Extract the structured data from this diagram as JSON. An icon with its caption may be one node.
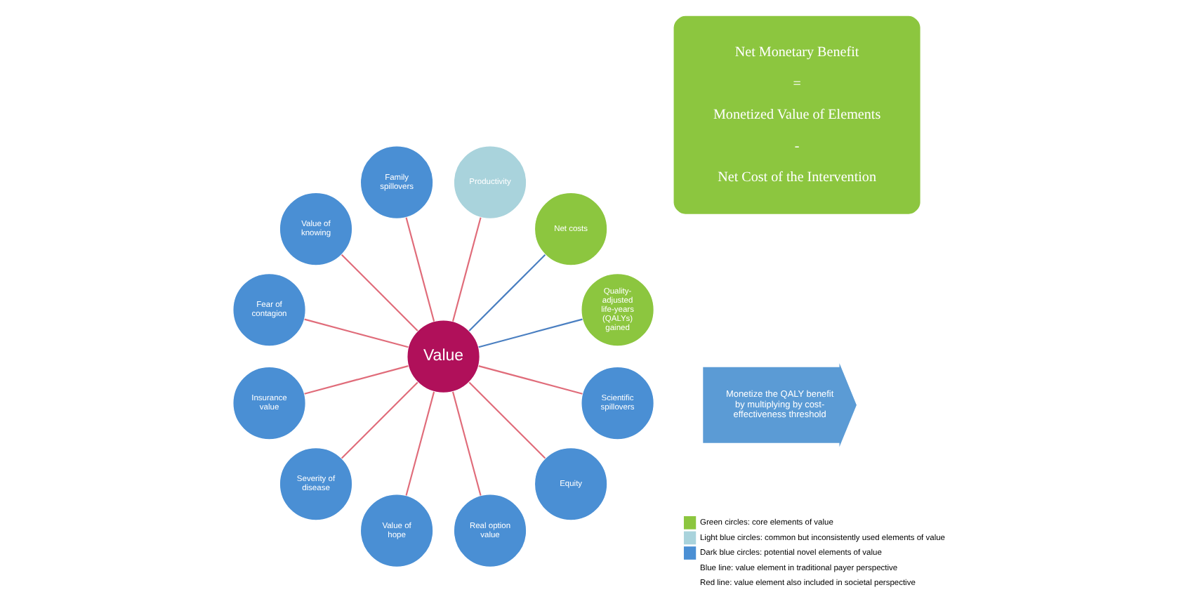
{
  "diagram": {
    "nodes": [
      {
        "text": [
          "Value"
        ]
      },
      {
        "text": [
          "Quality-adjusted life-years (QALYs) gained"
        ]
      },
      {
        "text": [
          "Net costs"
        ]
      },
      {
        "text": [
          "Productivity"
        ]
      },
      {
        "text": [
          "Family spillovers"
        ]
      },
      {
        "text": [
          "Value of knowing"
        ]
      },
      {
        "text": [
          "Fear of contagion"
        ]
      },
      {
        "text": [
          "Insurance value"
        ]
      },
      {
        "text": [
          "Severity of disease"
        ]
      },
      {
        "text": [
          "Value of hope"
        ]
      },
      {
        "text": [
          "Real option value"
        ]
      },
      {
        "text": [
          "Equity"
        ]
      },
      {
        "text": [
          "Scientific spillovers"
        ]
      },
      {
        "text": [
          "Monetize the QALY benefit by multiplying by cost-effectiveness threshold"
        ]
      },
      {
        "text": [
          "Net Monetary Benefit",
          "=",
          "Monetized Value of Elements",
          "-",
          "Net Cost of the Intervention"
        ]
      }
    ],
    "edges": [
      {
        "from": 0,
        "to": 1,
        "arrow": "none",
        "color": "#4a7fc1"
      },
      {
        "from": 0,
        "to": 2,
        "arrow": "none",
        "color": "#4a7fc1"
      },
      {
        "from": 0,
        "to": 3,
        "arrow": "none"
      },
      {
        "from": 0,
        "to": 4,
        "arrow": "none"
      },
      {
        "from": 0,
        "to": 5,
        "arrow": "none"
      },
      {
        "from": 0,
        "to": 6,
        "arrow": "none"
      },
      {
        "from": 0,
        "to": 7,
        "arrow": "none"
      },
      {
        "from": 0,
        "to": 8,
        "arrow": "none"
      },
      {
        "from": 0,
        "to": 9,
        "arrow": "none"
      },
      {
        "from": 0,
        "to": 10,
        "arrow": "none"
      },
      {
        "from": 0,
        "to": 11,
        "arrow": "none"
      },
      {
        "from": 0,
        "to": 12,
        "arrow": "none"
      }
    ],
    "legend": [
      {
        "text": "Green circles: core elements of value",
        "color": "#8cc63f"
      },
      {
        "text": "Light blue circles: common but inconsistently used elements of value",
        "color": "#a9d3dc"
      },
      {
        "text": "Dark blue circles: potential novel elements of value",
        "color": "#4a8fd4"
      },
      {
        "text": "Blue line: value element in traditional payer perspective"
      },
      {
        "text": "Red line: value element also included in societal perspective"
      }
    ]
  }
}
